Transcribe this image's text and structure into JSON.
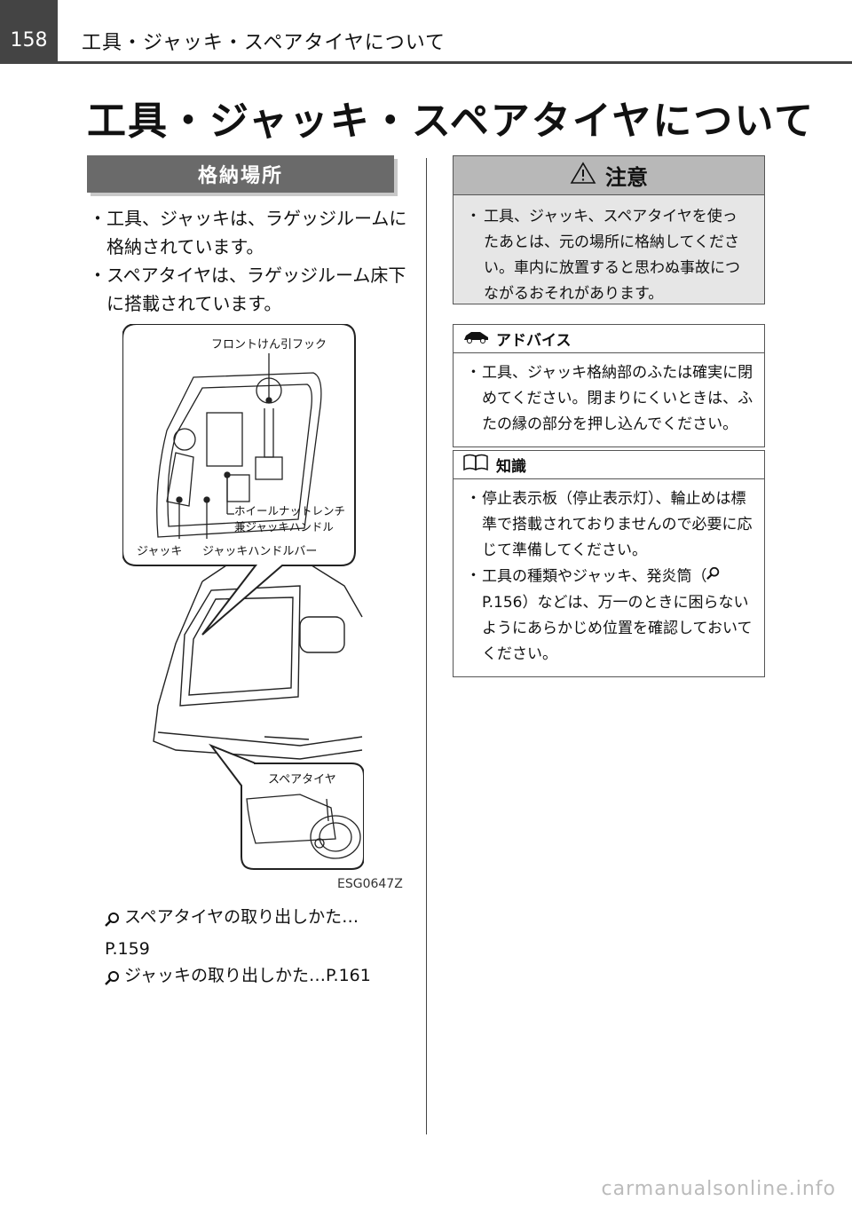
{
  "header": {
    "page_number": "158",
    "title": "工具・ジャッキ・スペアタイヤについて"
  },
  "page_title": "工具・ジャッキ・スペアタイヤについて",
  "section": {
    "heading": "格納場所"
  },
  "left_bullets": [
    "工具、ジャッキは、ラゲッジルームに格納されています。",
    "スペアタイヤは、ラゲッジルーム床下に搭載されています。"
  ],
  "figure": {
    "labels": {
      "towing_hook": "フロントけん引フック",
      "wrench_1": "ホイールナットレンチ",
      "wrench_2": "兼ジャッキハンドル",
      "jack": "ジャッキ",
      "jack_bar": "ジャッキハンドルバー",
      "spare": "スペアタイヤ"
    },
    "id": "ESG0647Z"
  },
  "refs": [
    {
      "text": "スペアタイヤの取り出しかた…",
      "page": "P.159"
    },
    {
      "text": "ジャッキの取り出しかた…P.161"
    }
  ],
  "caution": {
    "title": "注意",
    "items": [
      "工具、ジャッキ、スペアタイヤを使ったあとは、元の場所に格納してください。車内に放置すると思わぬ事故につながるおそれがあります。"
    ]
  },
  "advice": {
    "title": "アドバイス",
    "items": [
      "工具、ジャッキ格納部のふたは確実に閉めてください。閉まりにくいときは、ふたの縁の部分を押し込んでください。"
    ]
  },
  "knowledge": {
    "title": "知識",
    "items": [
      "停止表示板（停止表示灯）、輪止めは標準で搭載されておりませんので必要に応じて準備してください。",
      "工具の種類やジャッキ、発炎筒（",
      "P.156）などは、万一のときに困らないようにあらかじめ位置を確認しておいてください。"
    ]
  },
  "watermark": "carmanualsonline.info",
  "bullet_mark": "・"
}
